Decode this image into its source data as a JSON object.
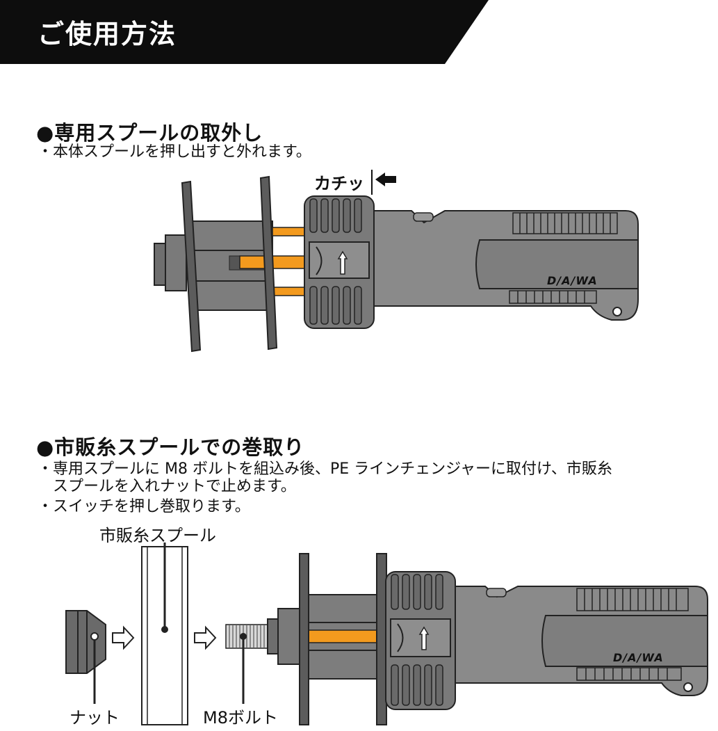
{
  "header": {
    "title": "ご使用方法"
  },
  "section1": {
    "title": "●専用スプールの取外し",
    "lines": [
      "・本体スプールを押し出すと外れます。"
    ],
    "click_label": "カチッ",
    "brand": "D/A/WA"
  },
  "section2": {
    "title": "●市販糸スプールでの巻取り",
    "lines": [
      "・専用スプールに M8 ボルトを組込み後、PE ラインチェンジャーに取付け、市販糸",
      "　スプールを入れナットで止めます。",
      "・スイッチを押し巻取ります。"
    ],
    "label_spool": "市販糸スプール",
    "label_nut": "ナット",
    "label_bolt": "M8ボルト",
    "brand": "D/A/WA"
  },
  "colors": {
    "header_bg": "#0d0d0d",
    "device_gray": "#8a8a8a",
    "dark_gray": "#5a5a5a",
    "accent_orange": "#f39a1e"
  }
}
